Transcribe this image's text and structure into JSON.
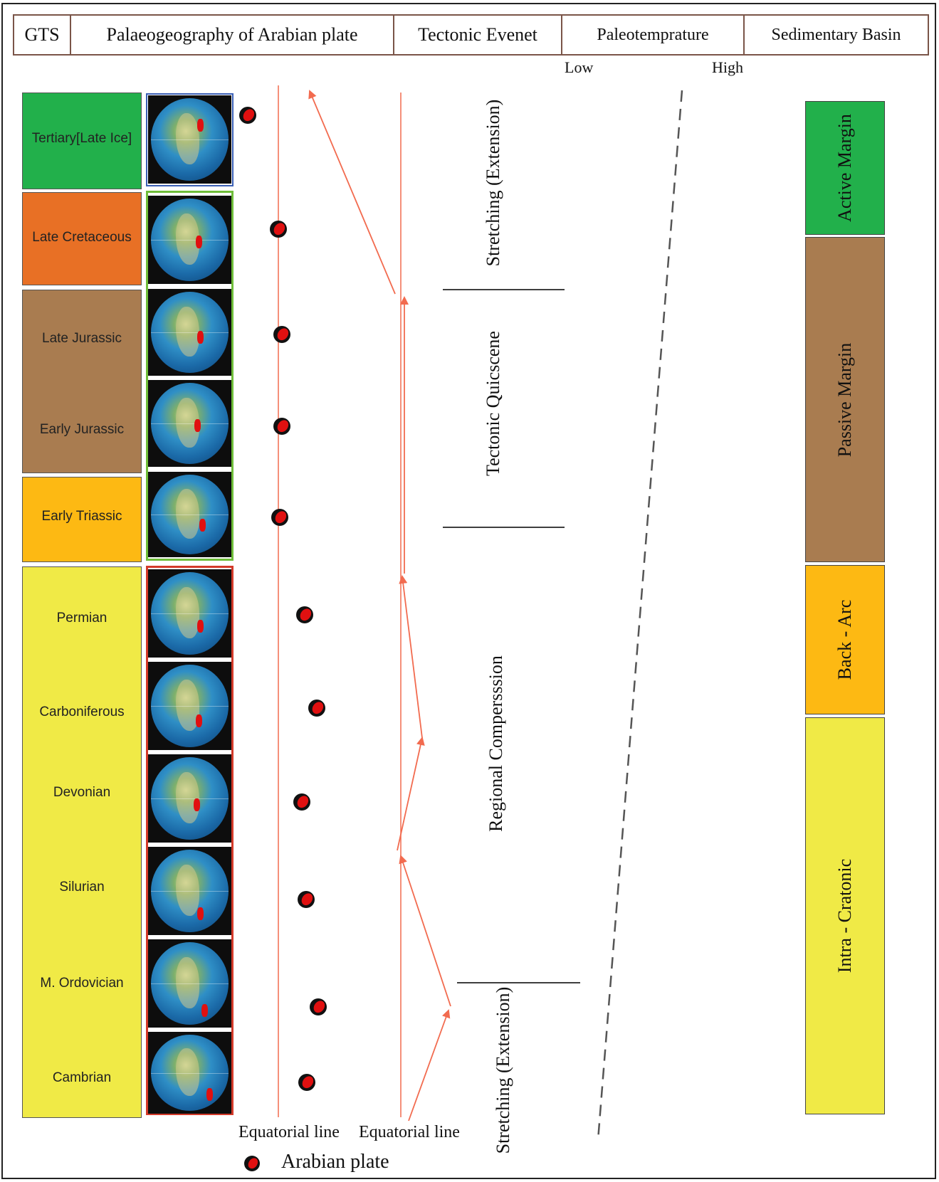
{
  "header": {
    "gts": "GTS",
    "palaeogeography": "Palaeogeography of Arabian plate",
    "tectonic": "Tectonic Evenet",
    "paleotemp": "Paleotemprature",
    "basin": "Sedimentary Basin"
  },
  "scale": {
    "low": "Low",
    "high": "High"
  },
  "eras": [
    {
      "label": "Tertiary[Late Ice]",
      "color": "#22b04b"
    },
    {
      "label": "Late Cretaceous",
      "color": "#e87025"
    },
    {
      "label": "Late Jurassic",
      "color": "#a97c50"
    },
    {
      "label": "Early Jurassic",
      "color": "#a97c50"
    },
    {
      "label": "Early Triassic",
      "color": "#fdb913"
    },
    {
      "label": "Permian",
      "color": "#f0ea46"
    },
    {
      "label": "Carboniferous",
      "color": "#f0ea46"
    },
    {
      "label": "Devonian",
      "color": "#f0ea46"
    },
    {
      "label": "Silurian",
      "color": "#f0ea46"
    },
    {
      "label": "M. Ordovician",
      "color": "#f0ea46"
    },
    {
      "label": "Cambrian",
      "color": "#f0ea46"
    }
  ],
  "globe_border_colors": {
    "tertiary": "#3a5fb5",
    "mesozoic": "#6fbd3a",
    "paleozoic": "#d33a2a"
  },
  "tectonic_events": {
    "top": "Stretching (Extension)",
    "middle": "Tectonic Quicscene",
    "lower": "Regional Compersssion",
    "bottom": "Stretching (Extension)"
  },
  "basins": [
    {
      "label": "Active Margin",
      "color": "#22b04b"
    },
    {
      "label": "Passive Margin",
      "color": "#a97c50"
    },
    {
      "label": "Back - Arc",
      "color": "#fdb913"
    },
    {
      "label": "Intra - Cratonic",
      "color": "#f0ea46"
    }
  ],
  "footer": {
    "equatorial_1": "Equatorial line",
    "equatorial_2": "Equatorial line",
    "legend": "Arabian plate"
  },
  "arrow_color": "#f26b4f",
  "plate_color": "#e01010"
}
